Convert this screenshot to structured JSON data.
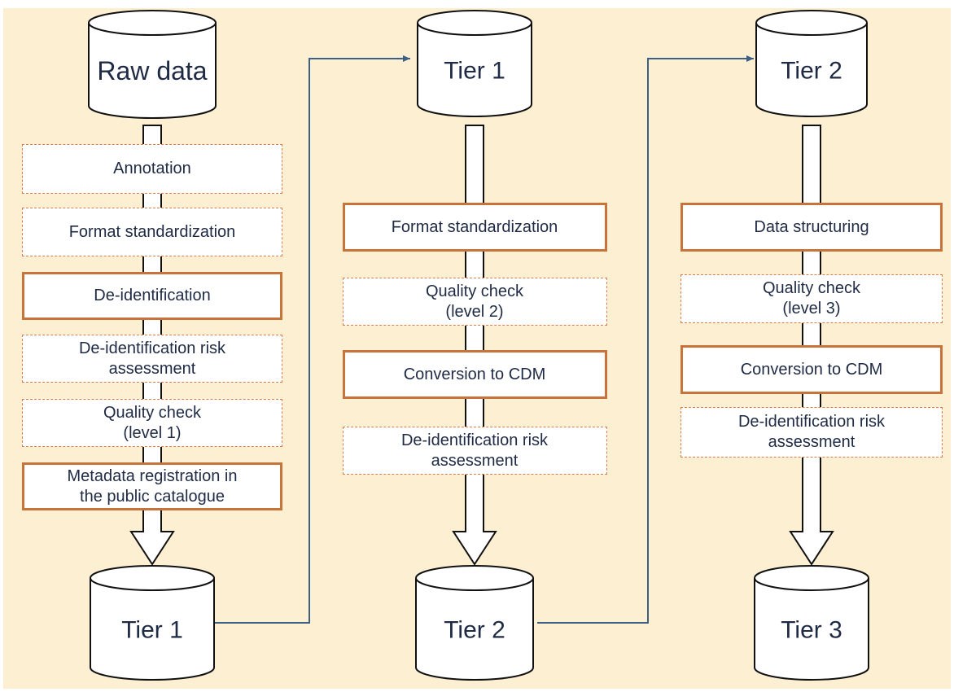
{
  "colors": {
    "background": "#fdefd1",
    "solid_border": "#c8733a",
    "dashed_border": "#e07a45",
    "connector": "#3d5f86",
    "text": "#1f2a44"
  },
  "columns": [
    {
      "source": "Raw data",
      "target": "Tier 1",
      "steps": [
        {
          "label": "Annotation",
          "style": "dashed"
        },
        {
          "label": "Format standardization",
          "style": "dashed"
        },
        {
          "label": "De-identification",
          "style": "solid"
        },
        {
          "label": "De-identification risk\nassessment",
          "style": "dashed"
        },
        {
          "label": "Quality check\n(level 1)",
          "style": "dashed"
        },
        {
          "label": "Metadata registration in\nthe public catalogue",
          "style": "solid"
        }
      ]
    },
    {
      "source": "Tier 1",
      "target": "Tier 2",
      "steps": [
        {
          "label": "Format standardization",
          "style": "solid"
        },
        {
          "label": "Quality check\n(level 2)",
          "style": "dashed"
        },
        {
          "label": "Conversion to CDM",
          "style": "solid"
        },
        {
          "label": "De-identification risk\nassessment",
          "style": "dashed"
        }
      ]
    },
    {
      "source": "Tier 2",
      "target": "Tier 3",
      "steps": [
        {
          "label": "Data structuring",
          "style": "solid"
        },
        {
          "label": "Quality check\n(level 3)",
          "style": "dashed"
        },
        {
          "label": "Conversion to CDM",
          "style": "solid"
        },
        {
          "label": "De-identification risk\nassessment",
          "style": "dashed"
        }
      ]
    }
  ]
}
